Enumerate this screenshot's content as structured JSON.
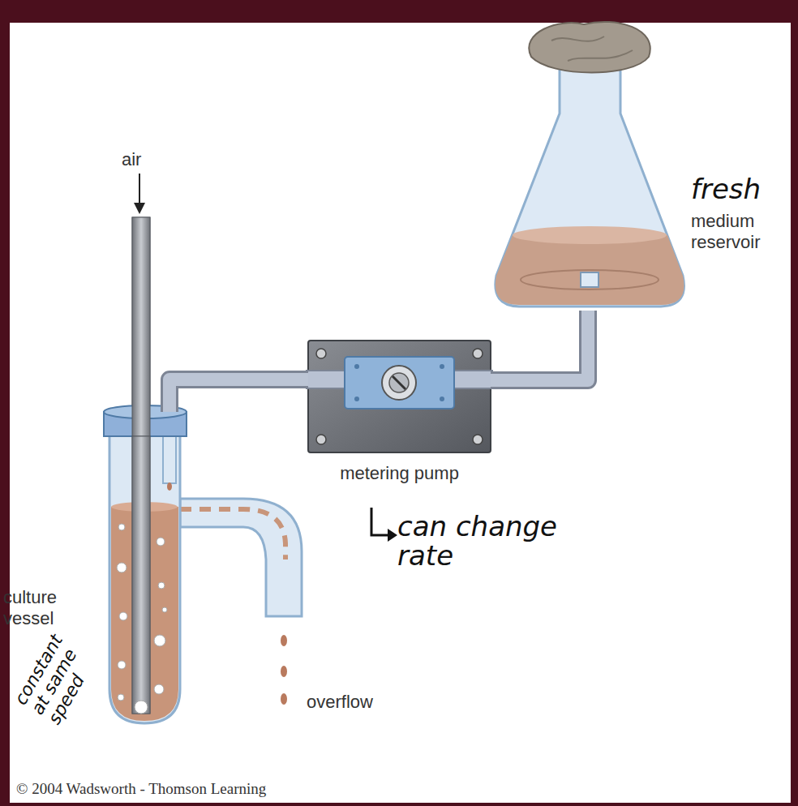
{
  "diagram": {
    "nodes": [
      {
        "text": [
          "fresh",
          "medium reservoir"
        ]
      },
      {
        "text": [
          "metering pump",
          "can change rate"
        ]
      },
      {
        "text": [
          "culture vessel",
          "constant at same speed"
        ]
      }
    ],
    "edges": [
      {
        "from": 0,
        "to": 1,
        "arrow": "none"
      },
      {
        "from": 1,
        "to": 2,
        "arrow": "none"
      }
    ],
    "labels": [
      "air",
      "overflow",
      "© 2004 Wadsworth - Thomson Learning"
    ]
  }
}
